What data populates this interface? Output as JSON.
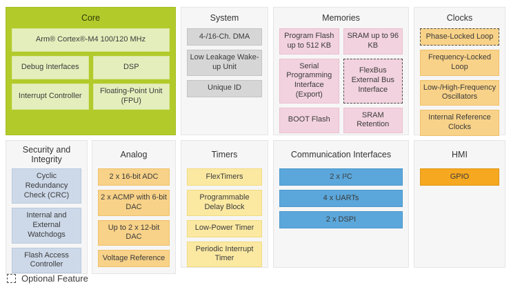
{
  "diagram": {
    "core": {
      "title": "Core",
      "cpu": "Arm® Cortex®-M4 100/120 MHz",
      "blocks": [
        "Debug Interfaces",
        "DSP",
        "Interrupt Controller",
        "Floating-Point Unit (FPU)"
      ]
    },
    "system": {
      "title": "System",
      "blocks": [
        "4-/16-Ch. DMA",
        "Low Leakage Wake-up Unit",
        "Unique ID"
      ]
    },
    "memories": {
      "title": "Memories",
      "blocks": [
        "Program Flash up to 512 KB",
        "SRAM up to 96 KB",
        "Serial Programming Interface (Export)",
        "FlexBus External Bus Interface",
        "BOOT Flash",
        "SRAM Retention"
      ]
    },
    "clocks": {
      "title": "Clocks",
      "blocks": [
        "Phase-Locked Loop",
        "Frequency-Locked Loop",
        "Low-/High-Frequency Oscillators",
        "Internal Reference Clocks"
      ]
    },
    "security": {
      "title": "Security and Integrity",
      "blocks": [
        "Cyclic Redundancy Check (CRC)",
        "Internal and External Watchdogs",
        "Flash Access Controller"
      ]
    },
    "analog": {
      "title": "Analog",
      "blocks": [
        "2 x 16-bit ADC",
        "2 x ACMP with 6-bit DAC",
        "Up to 2 x 12-bit DAC",
        "Voltage Reference"
      ]
    },
    "timers": {
      "title": "Timers",
      "blocks": [
        "FlexTimers",
        "Programmable Delay Block",
        "Low-Power Timer",
        "Periodic Interrupt Timer"
      ]
    },
    "comm": {
      "title": "Communication Interfaces",
      "blocks": [
        "2 x I²C",
        "4 x UARTs",
        "2 x DSPI"
      ]
    },
    "hmi": {
      "title": "HMI",
      "blocks": [
        "GPIO"
      ]
    },
    "legend": {
      "label": "Optional Feature"
    },
    "colors": {
      "core_bg": "#b3ca2b",
      "core_block": "#e4eebc",
      "system_block": "#d6d6d6",
      "memories_block": "#f2d2de",
      "clocks_block": "#f8d288",
      "security_block": "#cdd9e9",
      "analog_block": "#f8d288",
      "timers_block": "#fbe9a2",
      "comm_block": "#5ba7db",
      "hmi_block": "#f6a820"
    }
  }
}
